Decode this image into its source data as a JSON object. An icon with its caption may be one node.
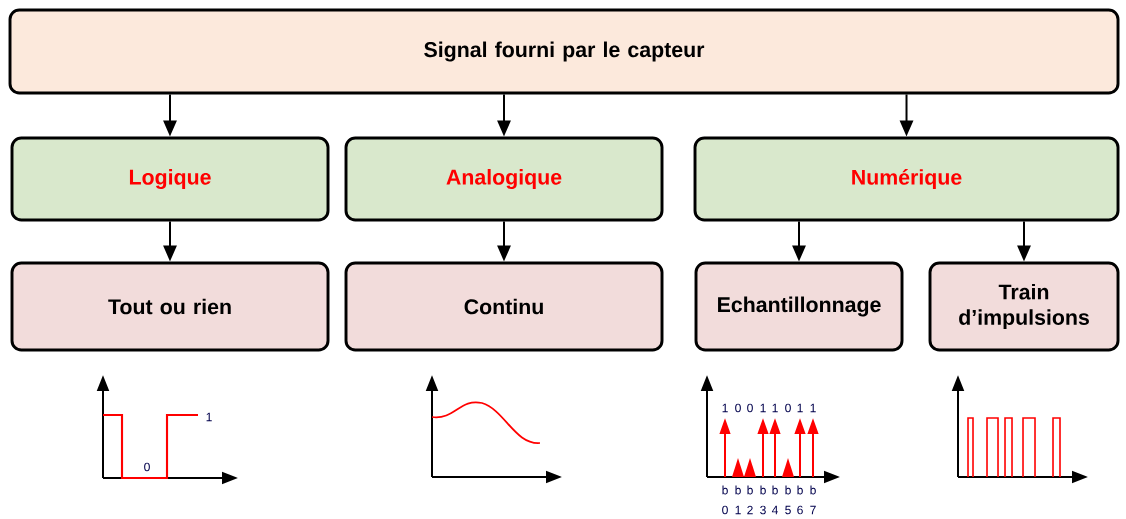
{
  "diagram": {
    "nodes": [
      {
        "text": [
          "Signal fourni par le capteur"
        ]
      },
      {
        "text": [
          "Logique"
        ]
      },
      {
        "text": [
          "Analogique"
        ]
      },
      {
        "text": [
          "Numérique"
        ]
      },
      {
        "text": [
          "Tout ou rien"
        ]
      },
      {
        "text": [
          "Continu"
        ]
      },
      {
        "text": [
          "Echantillonnage"
        ]
      },
      {
        "text": [
          "Train d’impulsions"
        ]
      }
    ],
    "edges": [
      {
        "from": 0,
        "to": 1,
        "arrow": "to"
      },
      {
        "from": 0,
        "to": 2,
        "arrow": "to"
      },
      {
        "from": 0,
        "to": 3,
        "arrow": "to"
      },
      {
        "from": 1,
        "to": 4,
        "arrow": "to"
      },
      {
        "from": 2,
        "to": 5,
        "arrow": "to"
      },
      {
        "from": 3,
        "to": 6,
        "arrow": "to"
      },
      {
        "from": 3,
        "to": 7,
        "arrow": "to"
      }
    ],
    "labels": [
      "1",
      "0",
      "1",
      "0",
      "0",
      "1",
      "1",
      "0",
      "1",
      "1",
      "b",
      "b",
      "b",
      "b",
      "b",
      "b",
      "b",
      "b",
      "0",
      "1",
      "2",
      "3",
      "4",
      "5",
      "6",
      "7"
    ]
  }
}
